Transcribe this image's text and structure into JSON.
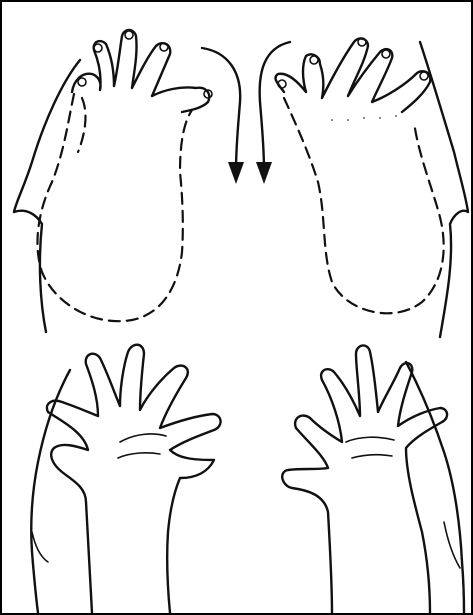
{
  "figure": {
    "colors": {
      "background": "#ffffff",
      "ink": "#111111",
      "border": "#000000"
    },
    "panels": [
      {
        "name": "top-left-hand-print",
        "style": "dashed"
      },
      {
        "name": "top-right-hand-print",
        "style": "dashed"
      },
      {
        "name": "bottom-left-mitten-hand",
        "style": "solid"
      },
      {
        "name": "bottom-right-mitten-hand",
        "style": "solid"
      }
    ],
    "arrows": [
      {
        "name": "arrow-down-left",
        "direction": "down"
      },
      {
        "name": "arrow-down-right",
        "direction": "down"
      }
    ]
  }
}
